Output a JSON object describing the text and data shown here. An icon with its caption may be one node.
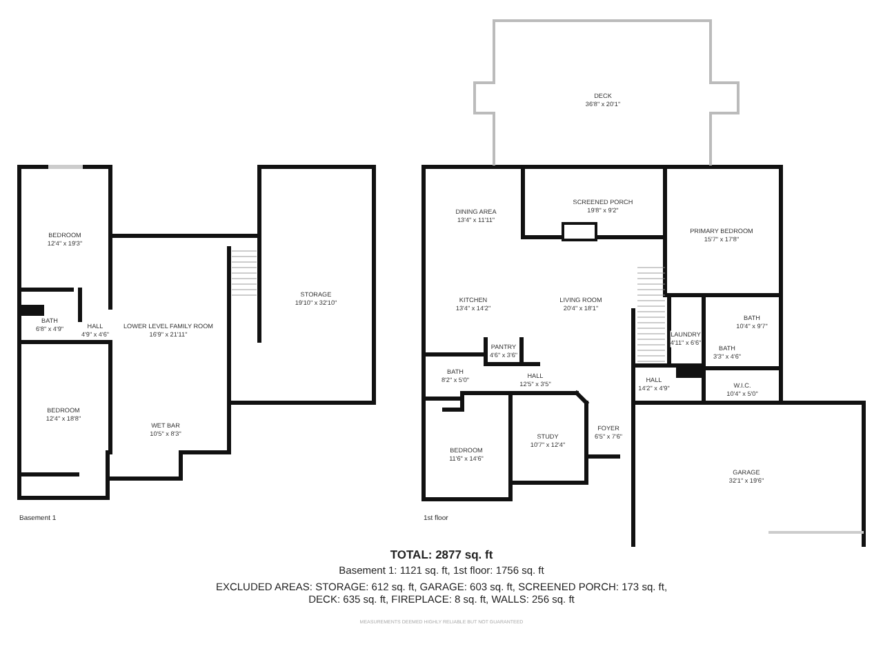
{
  "diagram": {
    "nodes": [
      {
        "text": [
          "BEDROOM",
          "12'4\" x 19'3\""
        ]
      },
      {
        "text": [
          "BATH",
          "6'8\" x 4'9\""
        ]
      },
      {
        "text": [
          "HALL",
          "4'9\" x 4'6\""
        ]
      },
      {
        "text": [
          "LOWER LEVEL FAMILY ROOM",
          "16'9\" x 21'11\""
        ]
      },
      {
        "text": [
          "STORAGE",
          "19'10\" x 32'10\""
        ]
      },
      {
        "text": [
          "BEDROOM",
          "12'4\" x 18'8\""
        ]
      },
      {
        "text": [
          "WET BAR",
          "10'5\" x 8'3\""
        ]
      },
      {
        "text": [
          "DECK",
          "36'8\" x 20'1\""
        ]
      },
      {
        "text": [
          "DINING AREA",
          "13'4\" x 11'11\""
        ]
      },
      {
        "text": [
          "SCREENED PORCH",
          "19'8\" x 9'2\""
        ]
      },
      {
        "text": [
          "PRIMARY BEDROOM",
          "15'7\" x 17'8\""
        ]
      },
      {
        "text": [
          "KITCHEN",
          "13'4\" x 14'2\""
        ]
      },
      {
        "text": [
          "LIVING ROOM",
          "20'4\" x 18'1\""
        ]
      },
      {
        "text": [
          "PANTRY",
          "4'6\" x 3'6\""
        ]
      },
      {
        "text": [
          "BATH",
          "10'4\" x 9'7\""
        ]
      },
      {
        "text": [
          "LAUNDRY",
          "4'11\" x 6'6\""
        ]
      },
      {
        "text": [
          "BATH",
          "3'3\" x 4'6\""
        ]
      },
      {
        "text": [
          "BATH",
          "8'2\" x 5'0\""
        ]
      },
      {
        "text": [
          "HALL",
          "12'5\" x 3'5\""
        ]
      },
      {
        "text": [
          "HALL",
          "14'2\" x 4'9\""
        ]
      },
      {
        "text": [
          "W.I.C.",
          "10'4\" x 5'0\""
        ]
      },
      {
        "text": [
          "STUDY",
          "10'7\" x 12'4\""
        ]
      },
      {
        "text": [
          "FOYER",
          "6'5\" x 7'6\""
        ]
      },
      {
        "text": [
          "BEDROOM",
          "11'6\" x 14'6\""
        ]
      },
      {
        "text": [
          "GARAGE",
          "32'1\" x 19'6\""
        ]
      }
    ],
    "labels": [
      "Basement 1",
      "1st floor",
      "TOTAL: 2877 sq. ft",
      "Basement 1: 1121 sq. ft, 1st floor: 1756 sq. ft",
      "EXCLUDED AREAS: STORAGE: 612 sq. ft, GARAGE: 603 sq. ft, SCREENED PORCH: 173 sq. ft, DECK: 635 sq. ft, FIREPLACE: 8 sq. ft, WALLS: 256 sq. ft",
      "MEASUREMENTS DEEMED HIGHLY RELIABLE BUT NOT GUARANTEED"
    ]
  }
}
